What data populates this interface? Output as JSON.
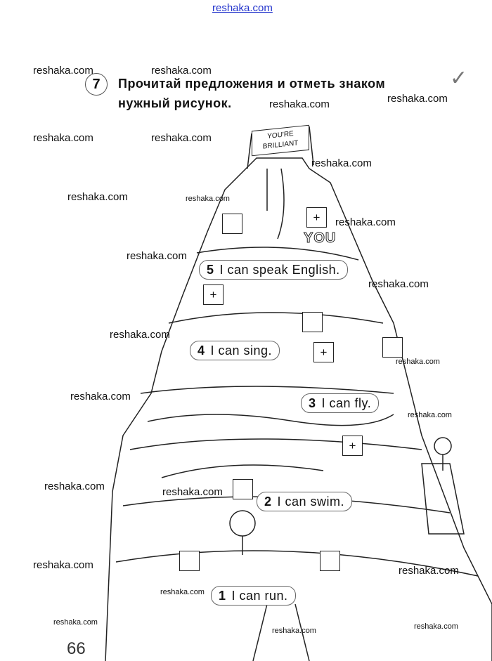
{
  "header_link": "reshaka.com",
  "exercise": {
    "number": "7",
    "instruction": "Прочитай предложения и отметь знаком",
    "instruction_end": "нужный рисунок.",
    "check_mark": "✓"
  },
  "banner": {
    "line1": "YOU'RE",
    "line2": "BRILLIANT"
  },
  "sign_text": "YOU",
  "sentences": [
    {
      "num": "5",
      "text": "I can speak English."
    },
    {
      "num": "4",
      "text": "I can sing."
    },
    {
      "num": "3",
      "text": "I can fly."
    },
    {
      "num": "2",
      "text": "I can swim."
    },
    {
      "num": "1",
      "text": "I can run."
    }
  ],
  "boxes": [
    "",
    "+",
    "+",
    "",
    "+",
    "",
    "+",
    "",
    "",
    ""
  ],
  "watermark": "reshaka.com",
  "page_number": "66"
}
